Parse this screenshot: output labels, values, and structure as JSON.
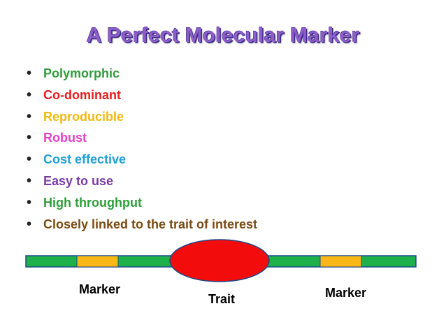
{
  "title": "A Perfect Molecular Marker",
  "bullets": [
    {
      "text": "Polymorphic",
      "color": "#2E9E3A"
    },
    {
      "text": "Co-dominant",
      "color": "#E81C1C"
    },
    {
      "text": "Reproducible",
      "color": "#F2B90F"
    },
    {
      "text": "Robust",
      "color": "#E43FC8"
    },
    {
      "text": "Cost effective",
      "color": "#1E9FD8"
    },
    {
      "text": "Easy to use",
      "color": "#7A3DA8"
    },
    {
      "text": "High throughput",
      "color": "#2E9E3A"
    },
    {
      "text": "Closely linked to the trait of interest",
      "color": "#7A4A12"
    }
  ],
  "diagram": {
    "chromosome_color": "#1EB14A",
    "marker_color": "#F9B816",
    "trait_color": "#F20C0C",
    "labels": {
      "marker_left": "Marker",
      "trait": "Trait",
      "marker_right": "Marker"
    }
  }
}
